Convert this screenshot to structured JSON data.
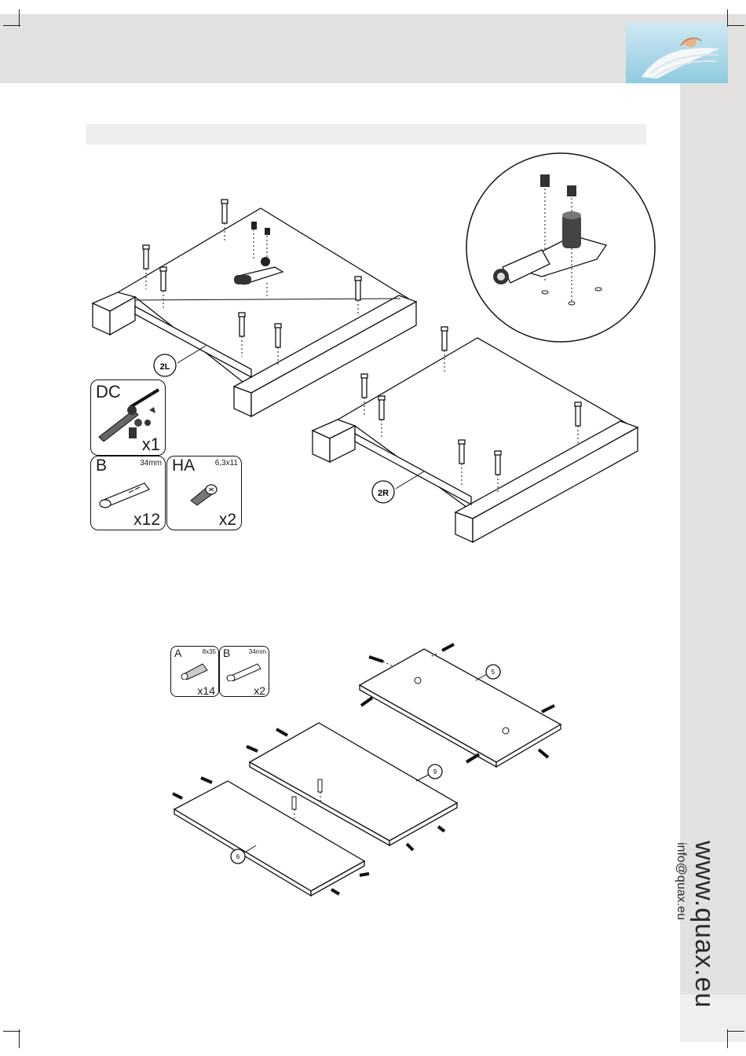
{
  "sidebar": {
    "website": "www.quax.eu",
    "email": "info@quax.eu"
  },
  "step1": {
    "callouts": {
      "left_frame": "2L",
      "right_frame": "2R"
    },
    "parts": [
      {
        "code": "DC",
        "size": "",
        "quantity": "x1",
        "icon": "eccentric-connector-icon"
      },
      {
        "code": "B",
        "size": "34mm",
        "quantity": "x12",
        "icon": "cam-bolt-icon"
      },
      {
        "code": "HA",
        "size": "6,3x11",
        "quantity": "x2",
        "icon": "screw-icon"
      }
    ]
  },
  "step2": {
    "callouts": {
      "top_board": "5",
      "middle_board": "9",
      "bottom_board": "6"
    },
    "parts": [
      {
        "code": "A",
        "size": "8x35",
        "quantity": "x14",
        "icon": "wood-dowel-icon"
      },
      {
        "code": "B",
        "size": "34mm",
        "quantity": "x2",
        "icon": "cam-bolt-icon"
      }
    ]
  }
}
